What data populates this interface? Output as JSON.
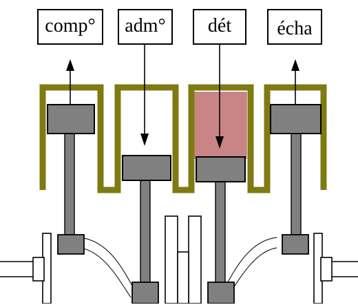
{
  "diagram": {
    "labels": {
      "comp": "comp°",
      "adm": "adm°",
      "det": "dét",
      "echa": "écha"
    },
    "colors": {
      "cylinder_wall": "#7f7a12",
      "piston": "#808080",
      "outline": "#000000",
      "combustion_chamber": "#c98585",
      "background": "#ffffff"
    },
    "cylinders": [
      {
        "label_key": "comp",
        "arrow_direction": "up"
      },
      {
        "label_key": "adm",
        "arrow_direction": "down"
      },
      {
        "label_key": "det",
        "arrow_direction": "down",
        "highlighted": true
      },
      {
        "label_key": "echa",
        "arrow_direction": "up"
      }
    ]
  }
}
